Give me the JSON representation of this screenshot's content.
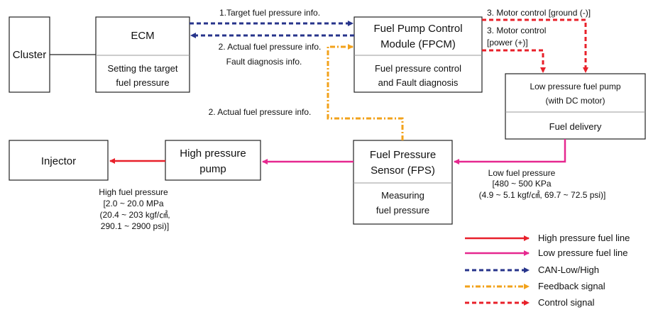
{
  "nodes": {
    "cluster": {
      "title": "Cluster"
    },
    "ecm": {
      "title": "ECM",
      "desc": [
        "Setting the target",
        "fuel pressure"
      ]
    },
    "fpcm": {
      "title": [
        "Fuel Pump Control",
        "Module (FPCM)"
      ],
      "desc": [
        "Fuel pressure control",
        "and Fault diagnosis"
      ]
    },
    "lp_pump": {
      "title": [
        "Low pressure fuel pump",
        "(with DC motor)"
      ],
      "desc": [
        "Fuel delivery"
      ]
    },
    "fps": {
      "title": [
        "Fuel Pressure",
        "Sensor (FPS)"
      ],
      "desc": [
        "Measuring",
        "fuel pressure"
      ]
    },
    "hp_pump": {
      "title": [
        "High pressure",
        "pump"
      ]
    },
    "injector": {
      "title": "Injector"
    }
  },
  "signals": {
    "target_info": "1.Target fuel pressure info.",
    "actual_info_ecm": [
      "2. Actual  fuel pressure info.",
      "Fault diagnosis info."
    ],
    "actual_info_fps": "2. Actual  fuel pressure info.",
    "motor_ground": "3. Motor control [ground (-)]",
    "motor_power": [
      "3. Motor control",
      "[power (+)]"
    ]
  },
  "pressures": {
    "low": [
      "Low fuel pressure",
      "[480 ~ 500 KPa",
      "(4.9 ~ 5.1 kgf/㎠, 69.7 ~ 72.5 psi)]"
    ],
    "high": [
      "High fuel pressure",
      "[2.0 ~ 20.0 MPa",
      "(20.4 ~ 203 kgf/㎠,",
      "290.1 ~ 2900 psi)]"
    ]
  },
  "legend": [
    {
      "label": "High pressure fuel line",
      "color": "#e8202a",
      "style": "solid"
    },
    {
      "label": "Low pressure fuel line",
      "color": "#e6288f",
      "style": "solid"
    },
    {
      "label": "CAN-Low/High",
      "color": "#27348b",
      "style": "dash"
    },
    {
      "label": "Feedback signal",
      "color": "#f2a21b",
      "style": "dashdot"
    },
    {
      "label": "Control signal",
      "color": "#e8202a",
      "style": "dash"
    }
  ]
}
